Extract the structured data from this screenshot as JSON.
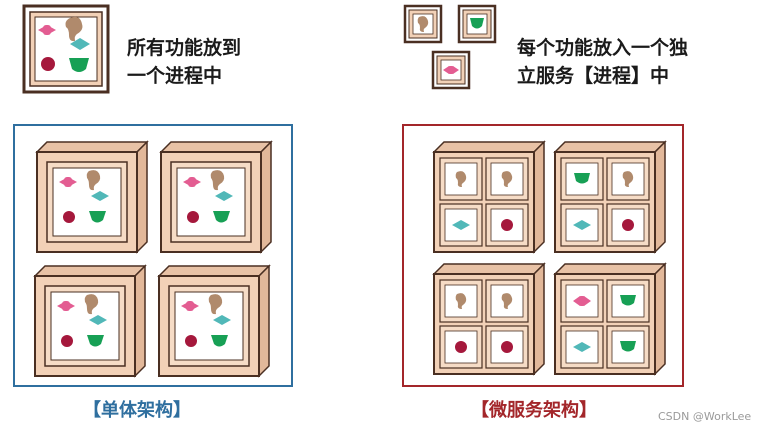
{
  "legend": {
    "monolith_line1": "所有功能放到",
    "monolith_line2": "一个进程中",
    "micro_line1": "每个功能放入一个独",
    "micro_line2": "立服务【进程】中"
  },
  "captions": {
    "monolith": "【单体架构】",
    "microservice": "【微服务架构】"
  },
  "watermark": "CSDN @WorkLee",
  "colors": {
    "box_fill": "#f2d1b7",
    "box_side": "#e2b89a",
    "box_stroke": "#4a2f22",
    "pink": "#e35d92",
    "tan": "#b08a6c",
    "teal": "#51b8b8",
    "red": "#a5183c",
    "green": "#17a055",
    "mono_border": "#2f6f9f",
    "micro_border": "#a3262a"
  },
  "icons": [
    "pink-bow-icon",
    "tan-blob-icon",
    "teal-diamond-icon",
    "crimson-dot-icon",
    "green-shield-icon"
  ]
}
